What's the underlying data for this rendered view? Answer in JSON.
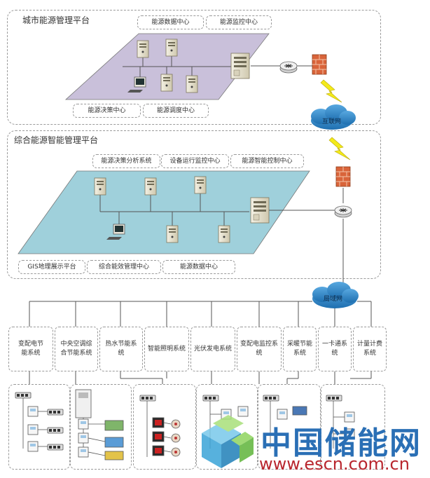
{
  "top_panel": {
    "title": "城市能源管理平台",
    "tags_top": [
      "能源数据中心",
      "能源监控中心"
    ],
    "tags_bottom": [
      "能源决策中心",
      "能源调度中心"
    ]
  },
  "middle_panel": {
    "title": "综合能源智能管理平台",
    "tags_top": [
      "能源决策分析系统",
      "设备运行监控中心",
      "能源智能控制中心"
    ],
    "tags_bottom": [
      "GIS地理展示平台",
      "综合能效管理中心",
      "能源数据中心"
    ]
  },
  "clouds": {
    "internet": "互联网",
    "lan": "局域网"
  },
  "systems": [
    "变配电节能系统",
    "中央空调综合节能系统",
    "热水节能系统",
    "智能照明系统",
    "光伏发电系统",
    "变配电监控系统",
    "采暖节能系统",
    "一卡通系统",
    "计量计费系统"
  ],
  "watermark": {
    "name": "中国储能网",
    "url": "www.escn.com.cn"
  },
  "colors": {
    "top_plane": "#c9c0da",
    "middle_plane": "#9fd0db",
    "link": "#555555",
    "firewall": "#d9643a",
    "bolt": "#f3ea1a",
    "cloud": "#2f86c7"
  }
}
